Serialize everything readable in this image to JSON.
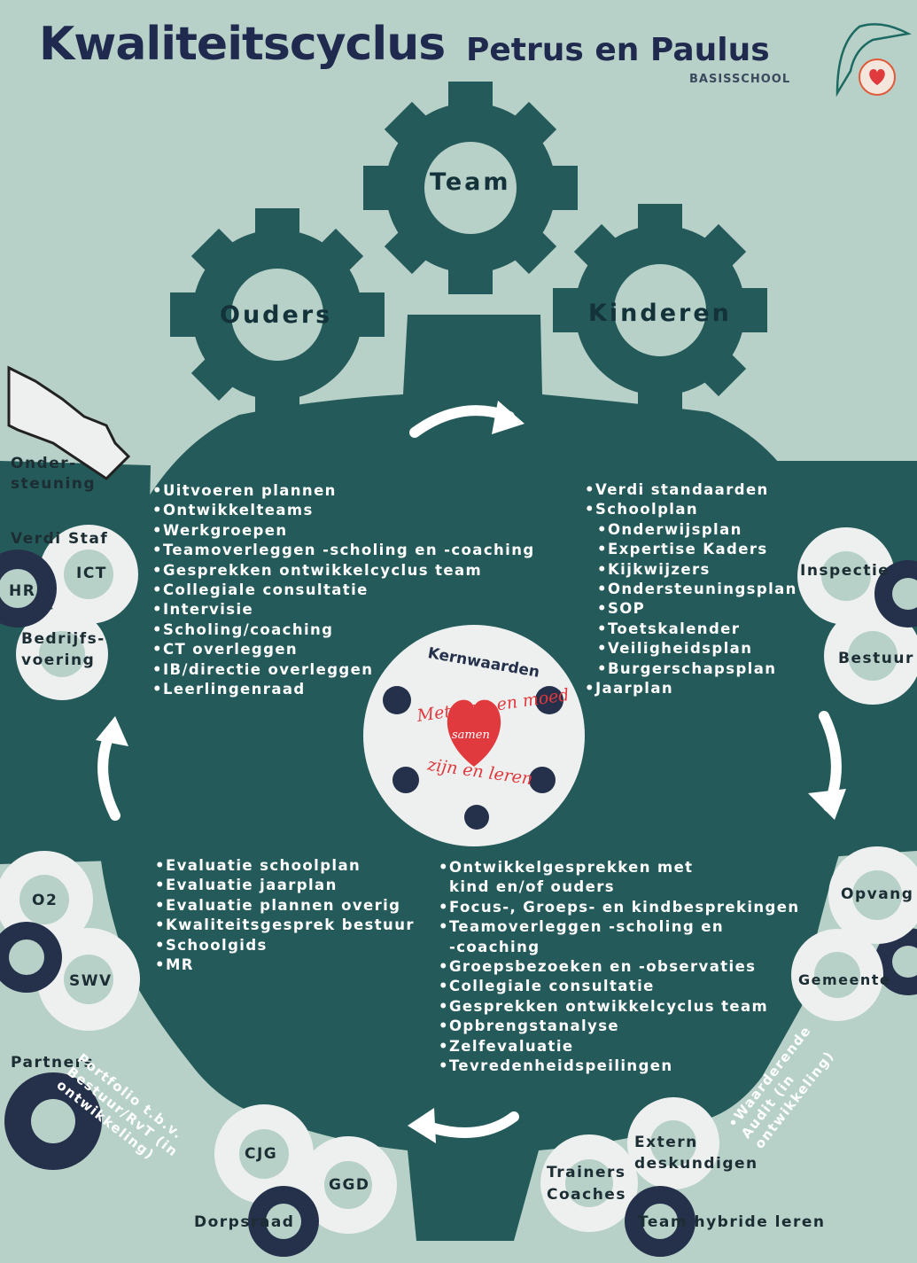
{
  "header": {
    "title": "Kwaliteitscyclus",
    "school_name": "Petrus en Paulus",
    "school_type": "BASISSCHOOL"
  },
  "top_gears": {
    "left": "Ouders",
    "center": "Team",
    "right": "Kinderen"
  },
  "quadrants": {
    "top_left": [
      "Uitvoeren plannen",
      "Ontwikkelteams",
      "Werkgroepen",
      "Teamoverleggen -scholing en -coaching",
      "Gesprekken ontwikkelcyclus team",
      "Collegiale consultatie",
      "Intervisie",
      "Scholing/coaching",
      "CT overleggen",
      "IB/directie overleggen",
      "Leerlingenraad"
    ],
    "top_right": [
      "Verdi standaarden",
      "Schoolplan",
      "Onderwijsplan",
      "Expertise Kaders",
      "Kijkwijzers",
      "Ondersteuningsplan",
      "SOP",
      "Toetskalender",
      "Veiligheidsplan",
      "Burgerschapsplan",
      "Jaarplan"
    ],
    "bottom_left": [
      "Evaluatie schoolplan",
      "Evaluatie jaarplan",
      "Evaluatie plannen overig",
      "Kwaliteitsgesprek bestuur",
      "Schoolgids",
      "MR"
    ],
    "bottom_right": [
      "Ontwikkelgesprekken met",
      "kind en/of ouders",
      "Focus-, Groeps- en kindbesprekingen",
      "Teamoverleggen -scholing en",
      "-coaching",
      "Groepsbezoeken en -observaties",
      "Collegiale consultatie",
      "Gesprekken ontwikkelcyclus team",
      "Opbrengstanalyse",
      "Zelfevaluatie",
      "Tevredenheidspeilingen"
    ]
  },
  "center": {
    "heading": "Kernwaarden",
    "motto_top": "Met hart en moed",
    "heart_label": "samen",
    "motto_bottom": "zijn en leren"
  },
  "left_side": {
    "ondersteuning_1": "Onder-",
    "ondersteuning_2": "steuning",
    "verdi_staf": "Verdi Staf",
    "ict": "ICT",
    "hr": "HR",
    "bedrijfsvoering_1": "Bedrijfs-",
    "bedrijfsvoering_2": "voering",
    "o2": "O2",
    "swv": "SWV",
    "partners": "Partners"
  },
  "right_side": {
    "inspectie": "Inspectie",
    "bestuur": "Bestuur",
    "opvang": "Opvang",
    "gemeente": "Gemeente"
  },
  "bottom": {
    "cjg": "CJG",
    "ggd": "GGD",
    "dorpsraad": "Dorpsraad",
    "extern_1": "Extern",
    "extern_2": "deskundigen",
    "trainers": "Trainers",
    "coaches": "Coaches",
    "team_hybride": "Team hybride leren"
  },
  "diagonal": {
    "portfolio": [
      "Portfolio t.b.v.",
      "Bestuur/RvT (in",
      "ontwikkeling)"
    ],
    "audit": [
      "•Waarderende",
      "Audit (in",
      "ontwikkeling)"
    ]
  },
  "colors": {
    "background": "#b7d1c8",
    "dark_teal": "#255a5a",
    "navy": "#1f2a4e",
    "light_gear": "#edf0ef",
    "heart": "#e0393e"
  }
}
